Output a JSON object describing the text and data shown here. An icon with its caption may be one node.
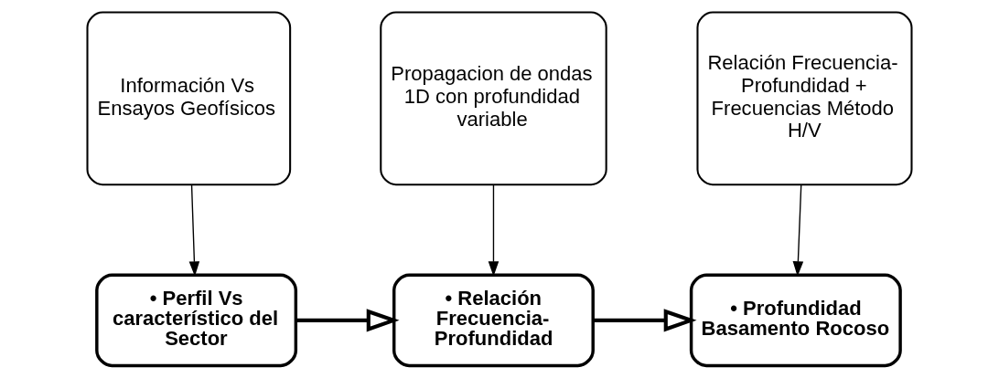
{
  "diagram": {
    "nodes": [
      {
        "text": [
          "Información Vs Ensayos Geofísicos"
        ]
      },
      {
        "text": [
          "• Perfil Vs característico del Sector"
        ]
      },
      {
        "text": [
          "Propagacion de ondas 1D con profundidad variable"
        ]
      },
      {
        "text": [
          "• Relación Frecuencia-Profundidad"
        ]
      },
      {
        "text": [
          "Relación Frecuencia-Profundidad + Frecuencias Método H/V"
        ]
      },
      {
        "text": [
          "• Profundidad Basamento Rocoso"
        ]
      }
    ],
    "edges": [
      {
        "from": 0,
        "to": 1,
        "arrow": "to"
      },
      {
        "from": 1,
        "to": 3,
        "arrow": "to",
        "style": "thick"
      },
      {
        "from": 2,
        "to": 3,
        "arrow": "to"
      },
      {
        "from": 3,
        "to": 5,
        "arrow": "to",
        "style": "thick"
      },
      {
        "from": 4,
        "to": 5,
        "arrow": "to"
      }
    ]
  }
}
